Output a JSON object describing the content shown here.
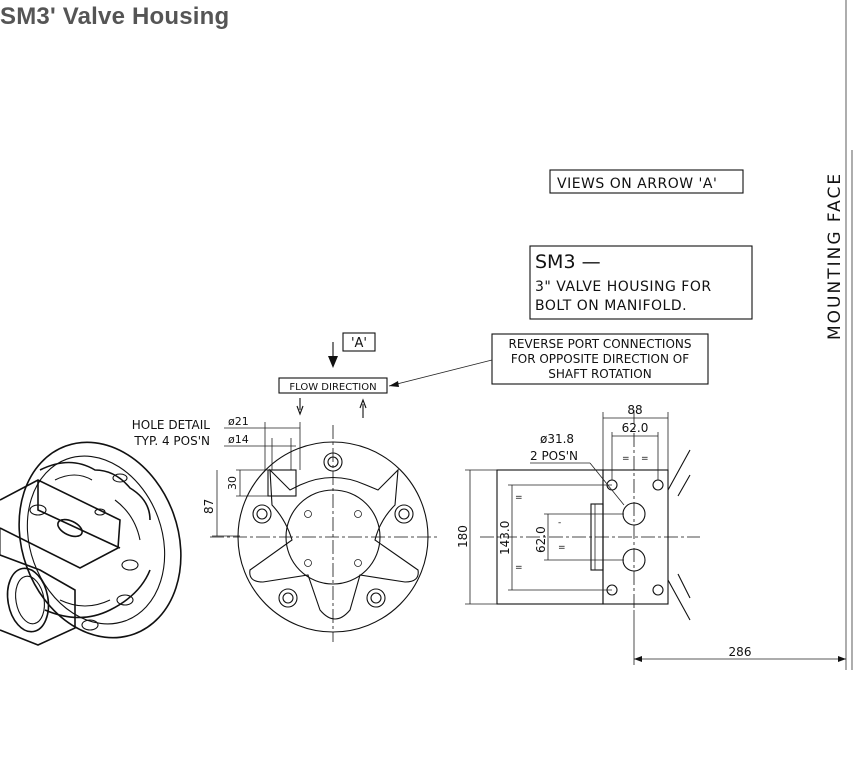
{
  "title": "SM3' Valve Housing",
  "labels": {
    "views_on_arrow": "VIEWS ON ARROW 'A'",
    "model_line1": "SM3 —",
    "model_line2": "3\" VALVE HOUSING FOR",
    "model_line3": "BOLT ON MANIFOLD.",
    "reverse_line1": "REVERSE PORT CONNECTIONS",
    "reverse_line2": "FOR OPPOSITE DIRECTION OF",
    "reverse_line3": "SHAFT ROTATION",
    "arrow_a": "'A'",
    "flow_direction": "FLOW DIRECTION",
    "hole_detail_line1": "HOLE DETAIL",
    "hole_detail_line2": "TYP. 4 POS'N",
    "mounting_face": "MOUNTING FACE"
  },
  "dimensions": {
    "d21": "ø21",
    "d14": "ø14",
    "d30": "30",
    "d87": "87",
    "d88": "88",
    "d62_top": "62.0",
    "d31_8": "ø31.8",
    "pos2": "2 POS'N",
    "d180": "180",
    "d143": "143.0",
    "d62_side": "62.0",
    "d286": "286"
  },
  "colors": {
    "title": "#555555",
    "line": "#111111",
    "frame": "#777777"
  }
}
